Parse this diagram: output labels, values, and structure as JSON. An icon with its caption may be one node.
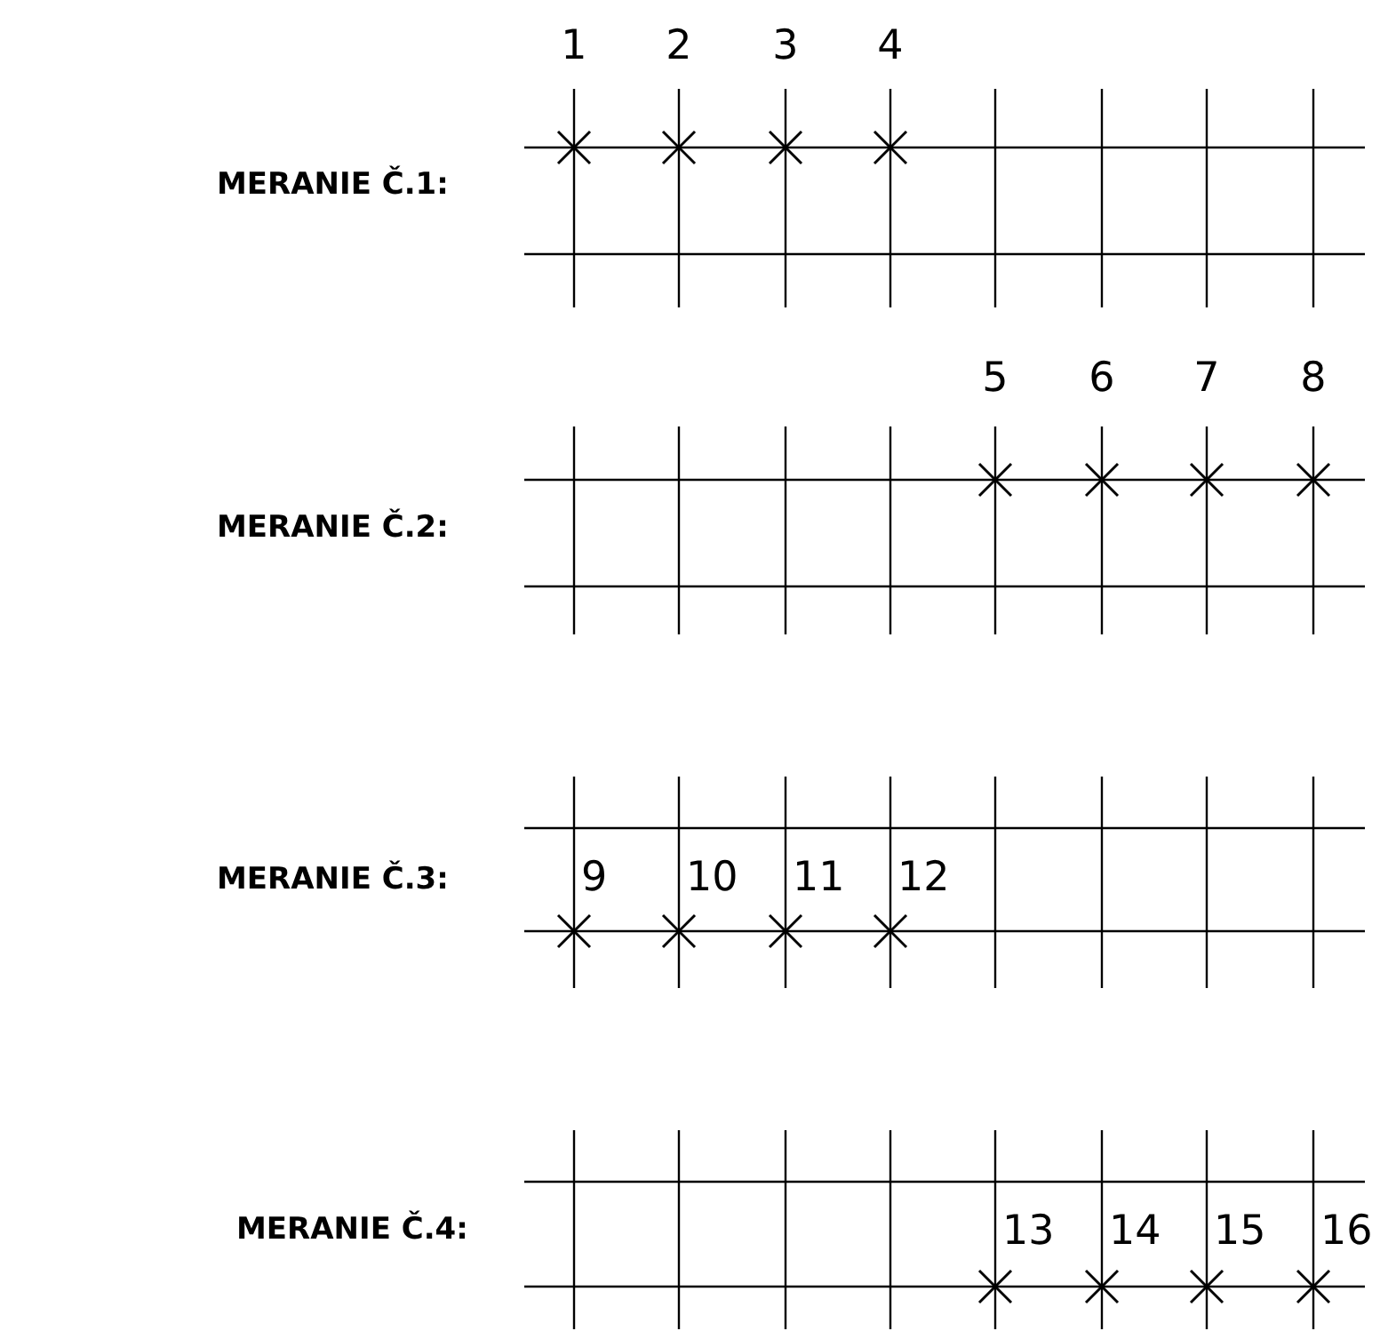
{
  "diagram": {
    "labels": [
      "MERANIE Č.1:",
      "1",
      "2",
      "3",
      "4",
      "MERANIE Č.2:",
      "5",
      "6",
      "7",
      "8",
      "MERANIE Č.3:",
      "9",
      "10",
      "11",
      "12",
      "MERANIE Č.4:",
      "13",
      "14",
      "15",
      "16"
    ]
  }
}
